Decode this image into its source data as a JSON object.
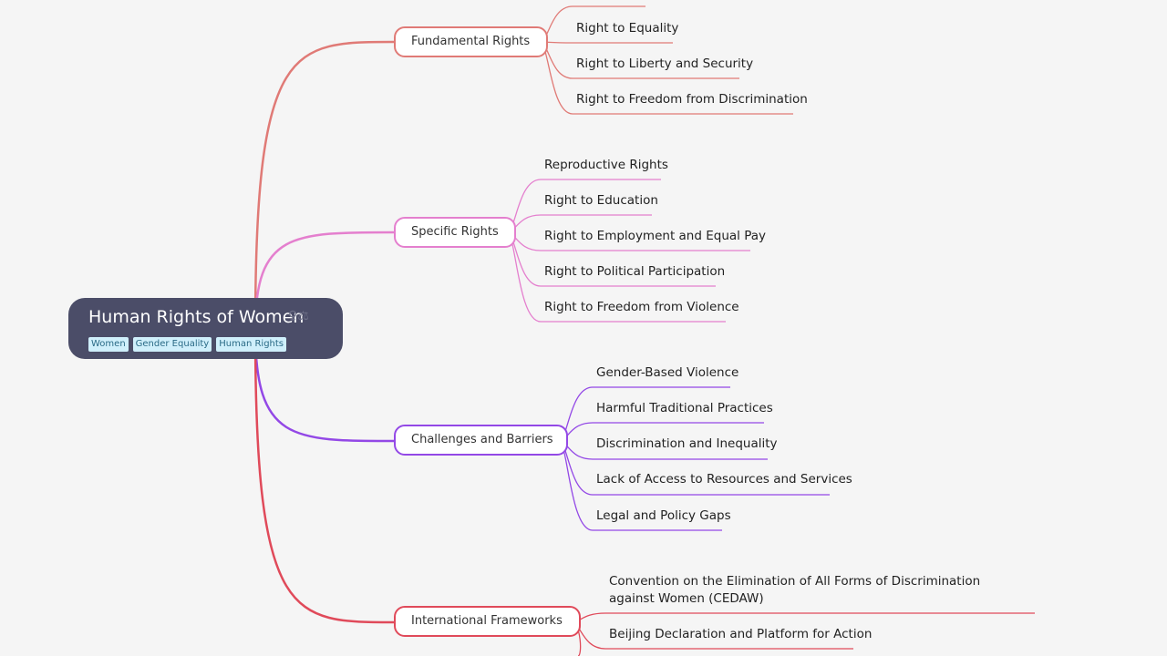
{
  "root": {
    "title": "Human Rights of Women",
    "emoji": "♀⚖",
    "tags": [
      "Women",
      "Gender Equality",
      "Human Rights"
    ]
  },
  "branches": [
    {
      "label": "Fundamental Rights",
      "color": "#e07a76",
      "children": [
        "Right to Equality",
        "Right to Liberty and Security",
        "Right to Freedom from Discrimination"
      ]
    },
    {
      "label": "Specific Rights",
      "color": "#e47fce",
      "children": [
        "Reproductive Rights",
        "Right to Education",
        "Right to Employment and Equal Pay",
        "Right to Political Participation",
        "Right to Freedom from Violence"
      ]
    },
    {
      "label": "Challenges and Barriers",
      "color": "#9348e6",
      "children": [
        "Gender-Based Violence",
        "Harmful Traditional Practices",
        "Discrimination and Inequality",
        "Lack of Access to Resources and Services",
        "Legal and Policy Gaps"
      ]
    },
    {
      "label": "International Frameworks",
      "color": "#e04a5a",
      "children": [
        "Convention on the Elimination of All Forms of Discrimination against Women (CEDAW)",
        "Beijing Declaration and Platform for Action"
      ]
    }
  ]
}
